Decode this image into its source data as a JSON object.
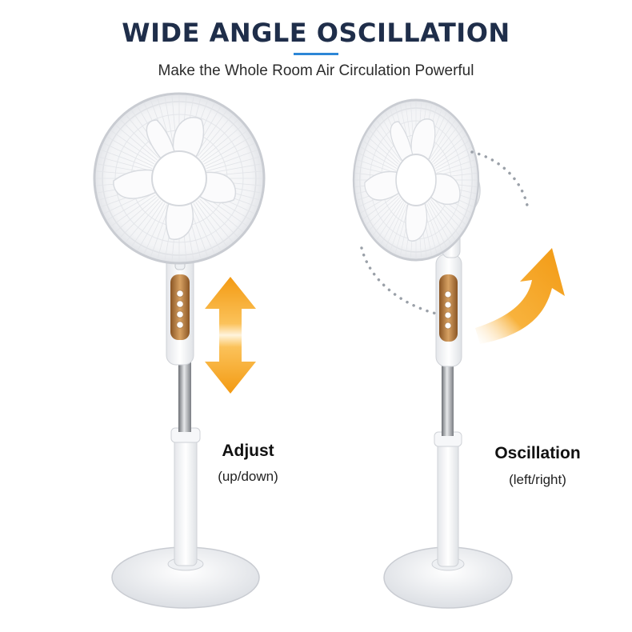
{
  "header": {
    "title": "WIDE ANGLE OSCILLATION",
    "subtitle": "Make the Whole Room Air Circulation Powerful"
  },
  "left_panel": {
    "label": "Adjust",
    "sublabel": "(up/down)"
  },
  "right_panel": {
    "label": "Oscillation",
    "sublabel": "(left/right)"
  },
  "colors": {
    "title": "#1f2e4a",
    "accent_rule": "#2d86d6",
    "arrow_orange": "#f4a01c",
    "control_gold": "#b97a3c",
    "fan_white": "#ffffff",
    "grille": "#d6d9de"
  }
}
